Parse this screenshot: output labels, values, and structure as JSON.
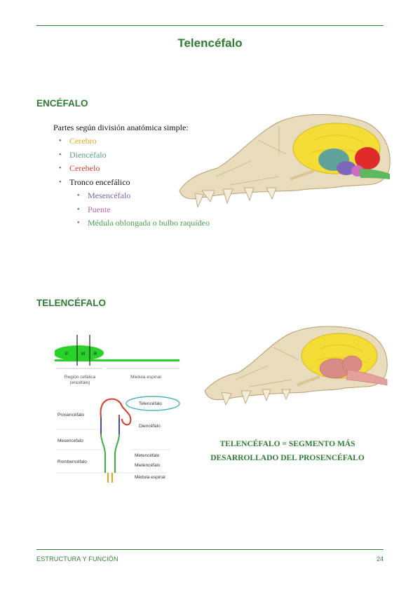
{
  "page": {
    "title": "Telencéfalo",
    "footer_left": "ESTRUCTURA Y FUNCIÓN",
    "page_number": "24"
  },
  "section1": {
    "heading": "ENCÉFALO",
    "intro": "Partes según división anatómica simple:",
    "items": [
      {
        "label": "Cerebro",
        "color": "#e0a91c"
      },
      {
        "label": "Diencéfalo",
        "color": "#5a9a86"
      },
      {
        "label": "Cerebelo",
        "color": "#d33d2c"
      },
      {
        "label": "Tronco encefálico",
        "color": "#111111"
      }
    ],
    "subitems": [
      {
        "label": "Mesencéfalo",
        "color": "#7b63ad"
      },
      {
        "label": "Puente",
        "color": "#c363ad"
      },
      {
        "label": "Médula oblongada o bulbo raquídeo",
        "color": "#4e9e4e"
      }
    ]
  },
  "section2": {
    "heading": "TELENCÉFALO",
    "caption_line1": "TELENCÉFALO = SEGMENTO MÁS",
    "caption_line2": "DESARROLLADO DEL PROSENCÉFALO",
    "diagram": {
      "letters": [
        "P",
        "M",
        "R"
      ],
      "region_cefalica": "Región cefálica",
      "encefalo": "(encéfalo)",
      "medula_espinal": "Médula espinal",
      "left_labels": [
        "Prosencéfalo",
        "Mesencéfalo",
        "Rombencéfalo"
      ],
      "right_labels": [
        "Telencéfalo",
        "Diencéfalo",
        "Metencéfalo",
        "Mielencéfalo",
        "Médula espinal"
      ]
    }
  },
  "colors": {
    "accent": "#2e7d32",
    "bone": "#e9dcbd",
    "cerebro": "#f4de35",
    "diencefalo": "#5fa39a",
    "cerebelo": "#e02b2b",
    "mesencefalo": "#7d67b8",
    "puente": "#cf6bc4",
    "medula": "#5eb85e",
    "telencefalo_highlight": "#d98b86"
  }
}
